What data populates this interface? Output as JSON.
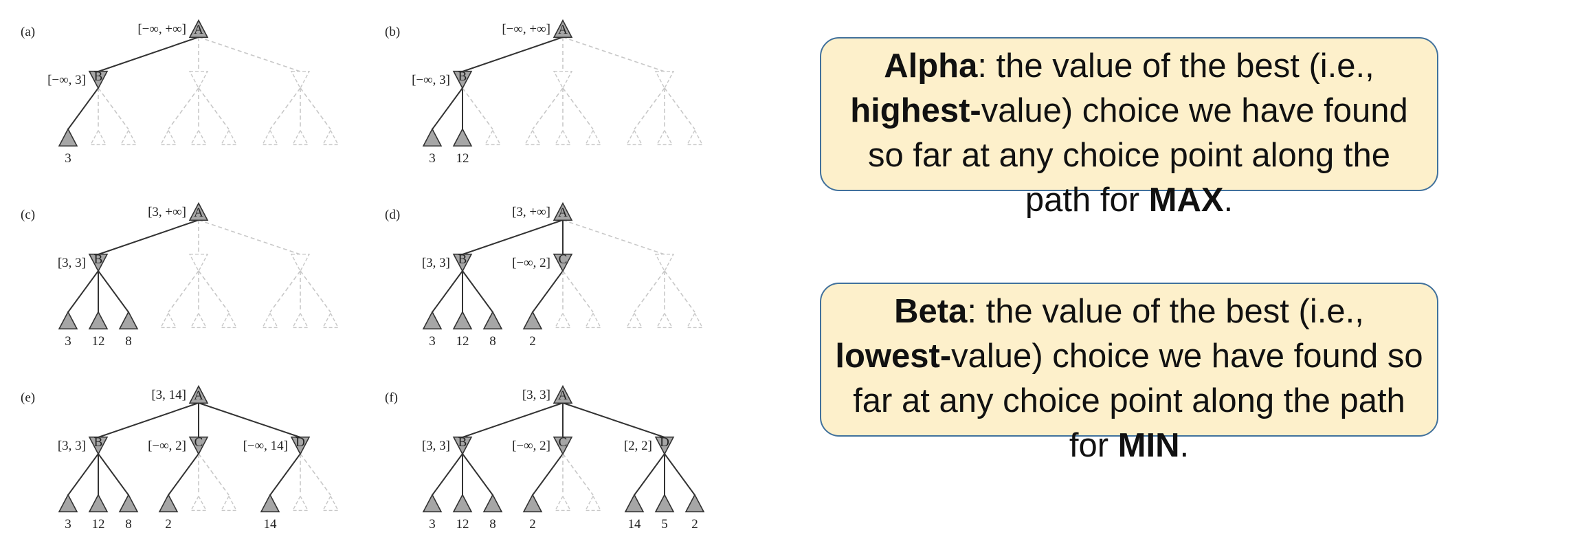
{
  "panels": [
    {
      "label": "(a)",
      "root": {
        "id": "A",
        "bound": "[−∞, +∞]"
      },
      "mins": [
        {
          "id": "B",
          "bound": "[−∞, 3]",
          "active": true,
          "leaves": [
            {
              "v": "3",
              "a": true
            },
            {
              "v": "",
              "a": false
            },
            {
              "v": "",
              "a": false
            }
          ]
        },
        {
          "id": "",
          "bound": "",
          "active": false,
          "leaves": [
            {
              "v": "",
              "a": false
            },
            {
              "v": "",
              "a": false
            },
            {
              "v": "",
              "a": false
            }
          ]
        },
        {
          "id": "",
          "bound": "",
          "active": false,
          "leaves": [
            {
              "v": "",
              "a": false
            },
            {
              "v": "",
              "a": false
            },
            {
              "v": "",
              "a": false
            }
          ]
        }
      ]
    },
    {
      "label": "(b)",
      "root": {
        "id": "A",
        "bound": "[−∞, +∞]"
      },
      "mins": [
        {
          "id": "B",
          "bound": "[−∞, 3]",
          "active": true,
          "leaves": [
            {
              "v": "3",
              "a": true
            },
            {
              "v": "12",
              "a": true
            },
            {
              "v": "",
              "a": false
            }
          ]
        },
        {
          "id": "",
          "bound": "",
          "active": false,
          "leaves": [
            {
              "v": "",
              "a": false
            },
            {
              "v": "",
              "a": false
            },
            {
              "v": "",
              "a": false
            }
          ]
        },
        {
          "id": "",
          "bound": "",
          "active": false,
          "leaves": [
            {
              "v": "",
              "a": false
            },
            {
              "v": "",
              "a": false
            },
            {
              "v": "",
              "a": false
            }
          ]
        }
      ]
    },
    {
      "label": "(c)",
      "root": {
        "id": "A",
        "bound": "[3, +∞]"
      },
      "mins": [
        {
          "id": "B",
          "bound": "[3, 3]",
          "active": true,
          "leaves": [
            {
              "v": "3",
              "a": true
            },
            {
              "v": "12",
              "a": true
            },
            {
              "v": "8",
              "a": true
            }
          ]
        },
        {
          "id": "",
          "bound": "",
          "active": false,
          "leaves": [
            {
              "v": "",
              "a": false
            },
            {
              "v": "",
              "a": false
            },
            {
              "v": "",
              "a": false
            }
          ]
        },
        {
          "id": "",
          "bound": "",
          "active": false,
          "leaves": [
            {
              "v": "",
              "a": false
            },
            {
              "v": "",
              "a": false
            },
            {
              "v": "",
              "a": false
            }
          ]
        }
      ]
    },
    {
      "label": "(d)",
      "root": {
        "id": "A",
        "bound": "[3, +∞]"
      },
      "mins": [
        {
          "id": "B",
          "bound": "[3, 3]",
          "active": true,
          "leaves": [
            {
              "v": "3",
              "a": true
            },
            {
              "v": "12",
              "a": true
            },
            {
              "v": "8",
              "a": true
            }
          ]
        },
        {
          "id": "C",
          "bound": "[−∞, 2]",
          "active": true,
          "leaves": [
            {
              "v": "2",
              "a": true
            },
            {
              "v": "",
              "a": false
            },
            {
              "v": "",
              "a": false
            }
          ]
        },
        {
          "id": "",
          "bound": "",
          "active": false,
          "leaves": [
            {
              "v": "",
              "a": false
            },
            {
              "v": "",
              "a": false
            },
            {
              "v": "",
              "a": false
            }
          ]
        }
      ]
    },
    {
      "label": "(e)",
      "root": {
        "id": "A",
        "bound": "[3, 14]"
      },
      "mins": [
        {
          "id": "B",
          "bound": "[3, 3]",
          "active": true,
          "leaves": [
            {
              "v": "3",
              "a": true
            },
            {
              "v": "12",
              "a": true
            },
            {
              "v": "8",
              "a": true
            }
          ]
        },
        {
          "id": "C",
          "bound": "[−∞, 2]",
          "active": true,
          "leaves": [
            {
              "v": "2",
              "a": true
            },
            {
              "v": "",
              "a": false
            },
            {
              "v": "",
              "a": false
            }
          ]
        },
        {
          "id": "D",
          "bound": "[−∞, 14]",
          "active": true,
          "leaves": [
            {
              "v": "14",
              "a": true
            },
            {
              "v": "",
              "a": false
            },
            {
              "v": "",
              "a": false
            }
          ]
        }
      ]
    },
    {
      "label": "(f)",
      "root": {
        "id": "A",
        "bound": "[3, 3]"
      },
      "mins": [
        {
          "id": "B",
          "bound": "[3, 3]",
          "active": true,
          "leaves": [
            {
              "v": "3",
              "a": true
            },
            {
              "v": "12",
              "a": true
            },
            {
              "v": "8",
              "a": true
            }
          ]
        },
        {
          "id": "C",
          "bound": "[−∞, 2]",
          "active": true,
          "leaves": [
            {
              "v": "2",
              "a": true
            },
            {
              "v": "",
              "a": false
            },
            {
              "v": "",
              "a": false
            }
          ]
        },
        {
          "id": "D",
          "bound": "[2, 2]",
          "active": true,
          "leaves": [
            {
              "v": "14",
              "a": true
            },
            {
              "v": "5",
              "a": true
            },
            {
              "v": "2",
              "a": true
            }
          ]
        }
      ]
    }
  ],
  "alpha": {
    "term": "Alpha",
    "text_1": ": the value of the best (i.e., ",
    "emph": "highest-",
    "text_2": "value) choice we have found so far at any choice point along the path for ",
    "player": "MAX",
    "end": "."
  },
  "beta": {
    "term": "Beta",
    "text_1": ": the value of the best (i.e., ",
    "emph": "lowest-",
    "text_2": "value) choice we have found so far at any choice point along the path for ",
    "player": "MIN",
    "end": "."
  },
  "colors": {
    "node_fill": "#a6a6a6",
    "active_line": "#333333",
    "pruned_line": "#c8c8c8",
    "box_bg": "#fdf0cb",
    "box_border": "#41719c"
  }
}
